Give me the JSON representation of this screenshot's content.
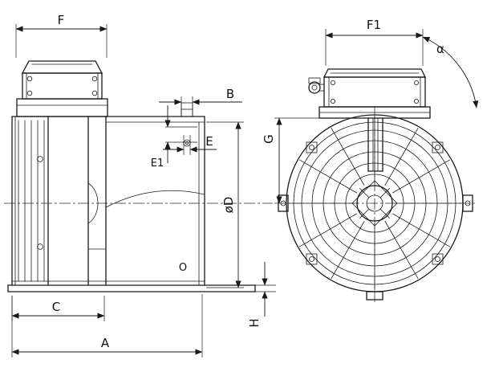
{
  "drawing": {
    "colors": {
      "line": "#1a1a1a",
      "background": "#ffffff"
    },
    "labels": {
      "F": "F",
      "B": "B",
      "E": "E",
      "E1": "E1",
      "diameter_D": "øD",
      "G": "G",
      "F1": "F1",
      "alpha": "α",
      "O": "O",
      "C": "C",
      "H": "H",
      "A": "A"
    }
  }
}
